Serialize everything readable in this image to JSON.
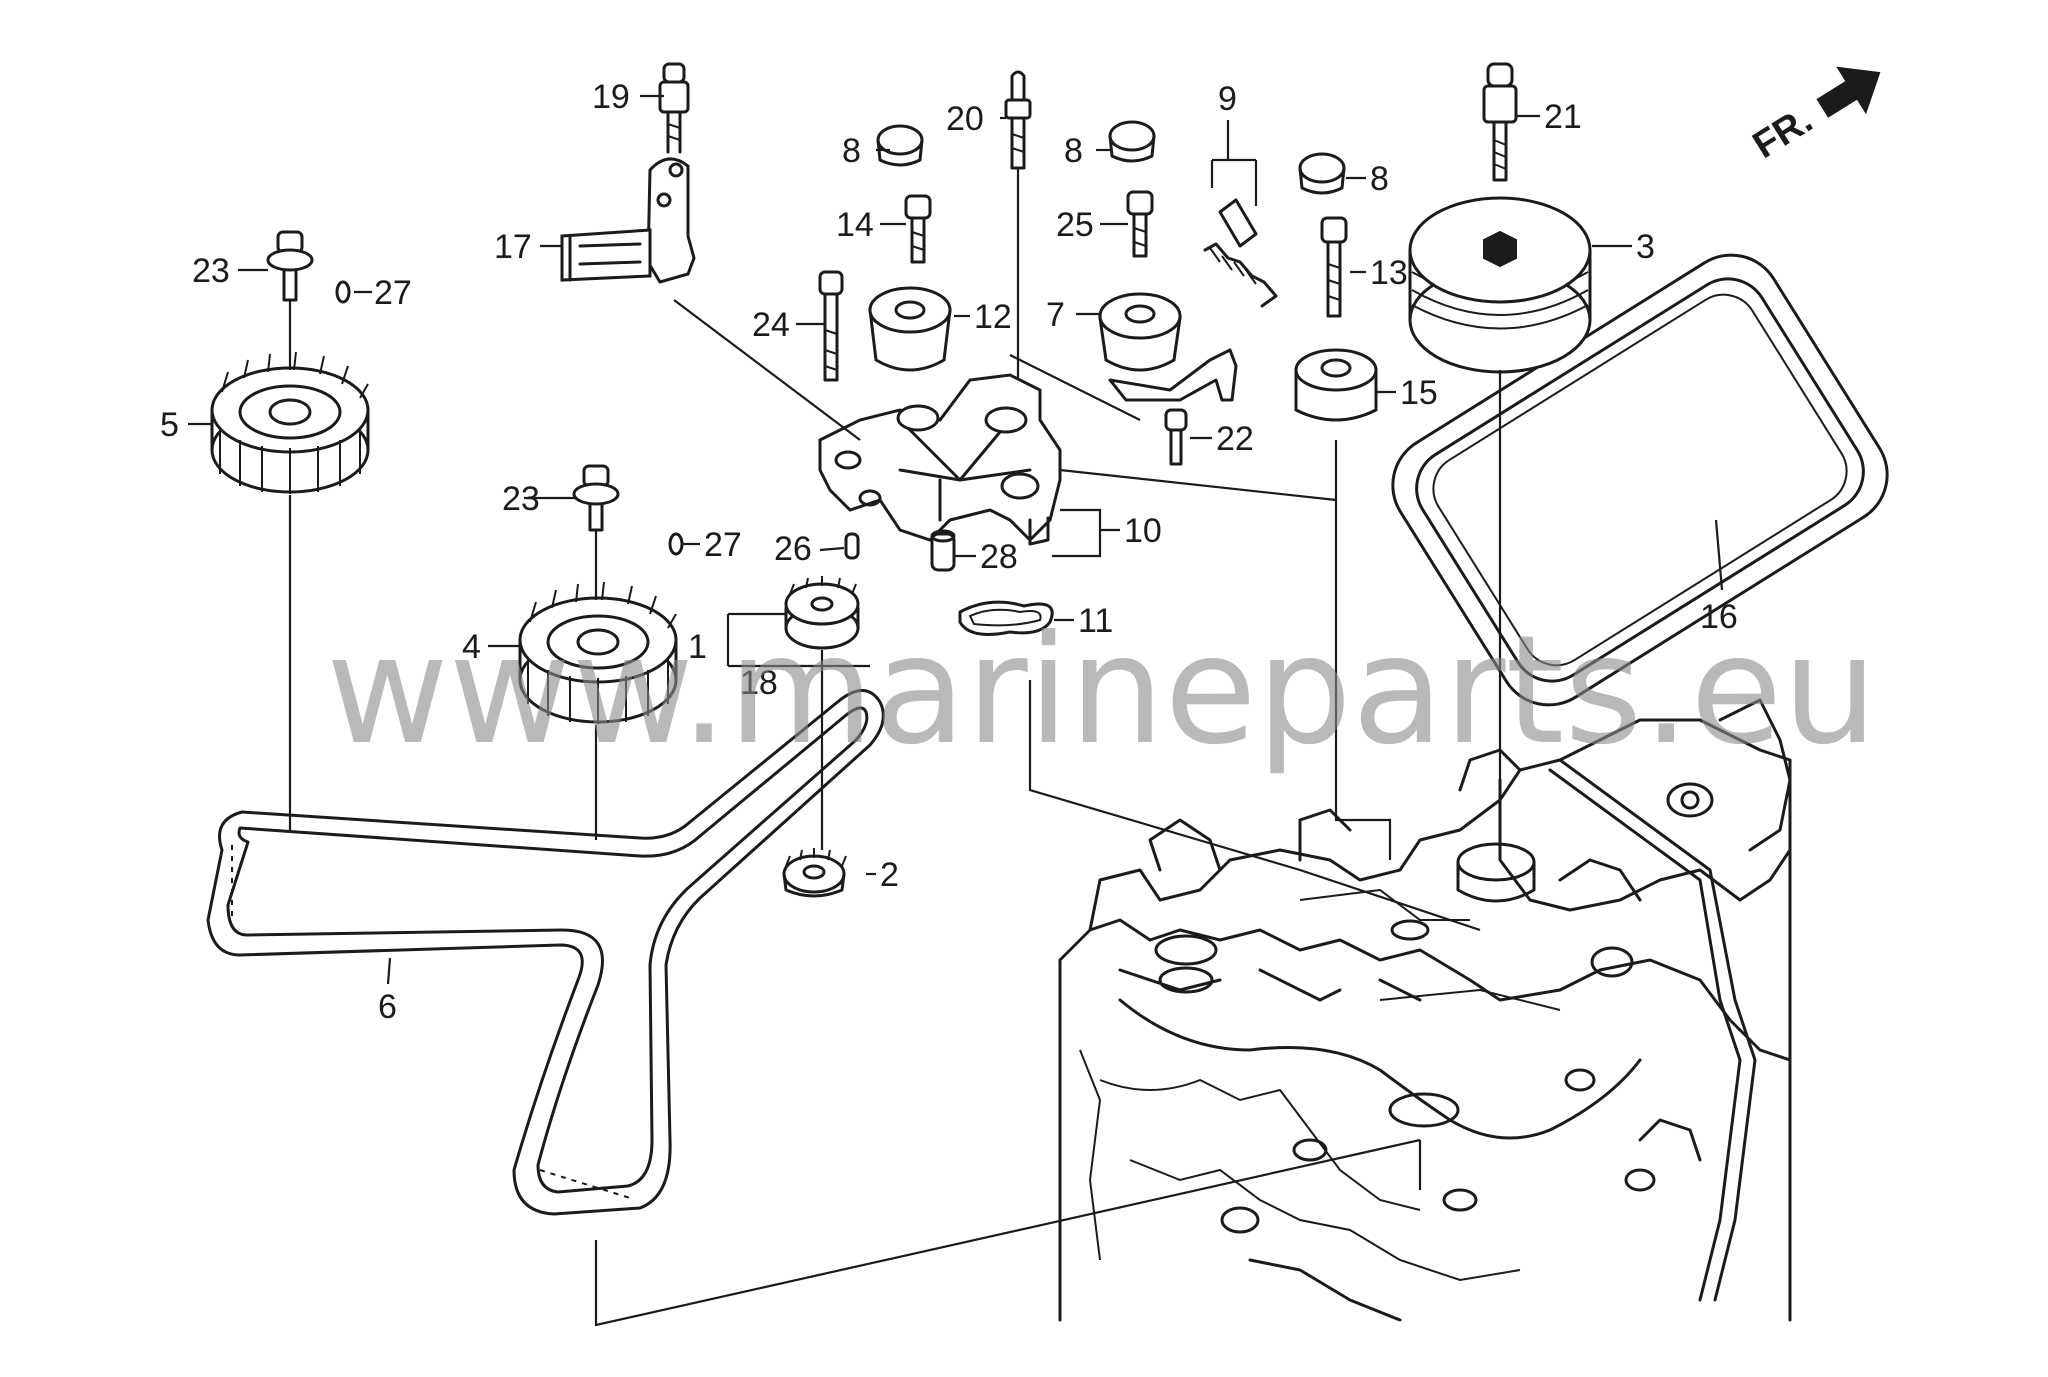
{
  "watermark": "www.marineparts.eu",
  "direction_marker": "FR.",
  "callouts": [
    {
      "id": "c1",
      "text": "1"
    },
    {
      "id": "c2",
      "text": "2"
    },
    {
      "id": "c3",
      "text": "3"
    },
    {
      "id": "c4",
      "text": "4"
    },
    {
      "id": "c5",
      "text": "5"
    },
    {
      "id": "c6",
      "text": "6"
    },
    {
      "id": "c7",
      "text": "7"
    },
    {
      "id": "c8a",
      "text": "8"
    },
    {
      "id": "c8b",
      "text": "8"
    },
    {
      "id": "c8c",
      "text": "8"
    },
    {
      "id": "c9",
      "text": "9"
    },
    {
      "id": "c10",
      "text": "10"
    },
    {
      "id": "c11",
      "text": "11"
    },
    {
      "id": "c12",
      "text": "12"
    },
    {
      "id": "c13",
      "text": "13"
    },
    {
      "id": "c14",
      "text": "14"
    },
    {
      "id": "c15",
      "text": "15"
    },
    {
      "id": "c16",
      "text": "16"
    },
    {
      "id": "c17",
      "text": "17"
    },
    {
      "id": "c18",
      "text": "18"
    },
    {
      "id": "c19",
      "text": "19"
    },
    {
      "id": "c20",
      "text": "20"
    },
    {
      "id": "c21",
      "text": "21"
    },
    {
      "id": "c22",
      "text": "22"
    },
    {
      "id": "c23a",
      "text": "23"
    },
    {
      "id": "c23b",
      "text": "23"
    },
    {
      "id": "c24",
      "text": "24"
    },
    {
      "id": "c25",
      "text": "25"
    },
    {
      "id": "c26",
      "text": "26"
    },
    {
      "id": "c27a",
      "text": "27"
    },
    {
      "id": "c27b",
      "text": "27"
    },
    {
      "id": "c28",
      "text": "28"
    }
  ]
}
